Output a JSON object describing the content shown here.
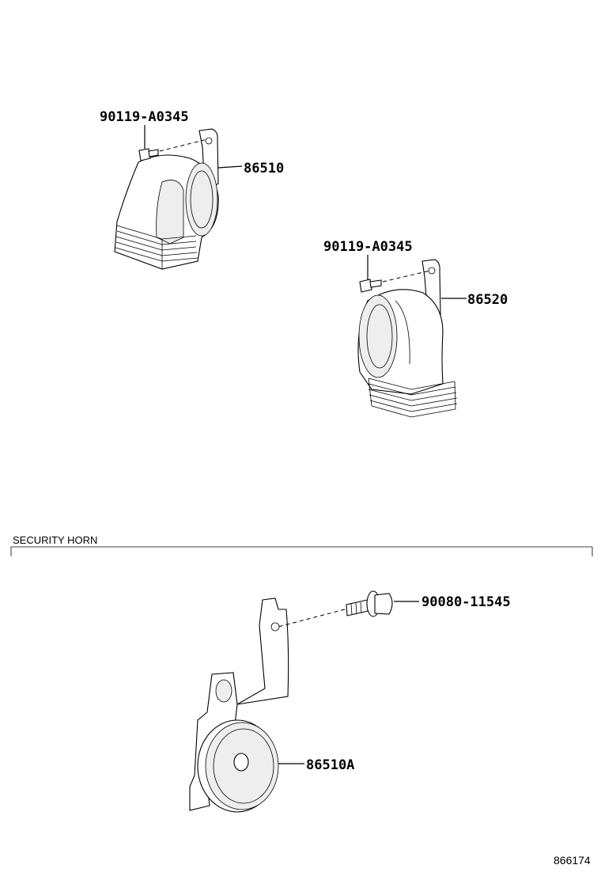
{
  "labels": {
    "bolt_upper": "90119-A0345",
    "horn_upper": "86510",
    "bolt_lower": "90119-A0345",
    "horn_lower": "86520",
    "bolt_security": "90080-11545",
    "horn_security": "86510A"
  },
  "section": {
    "title": "SECURITY HORN"
  },
  "figure_number": "866174"
}
